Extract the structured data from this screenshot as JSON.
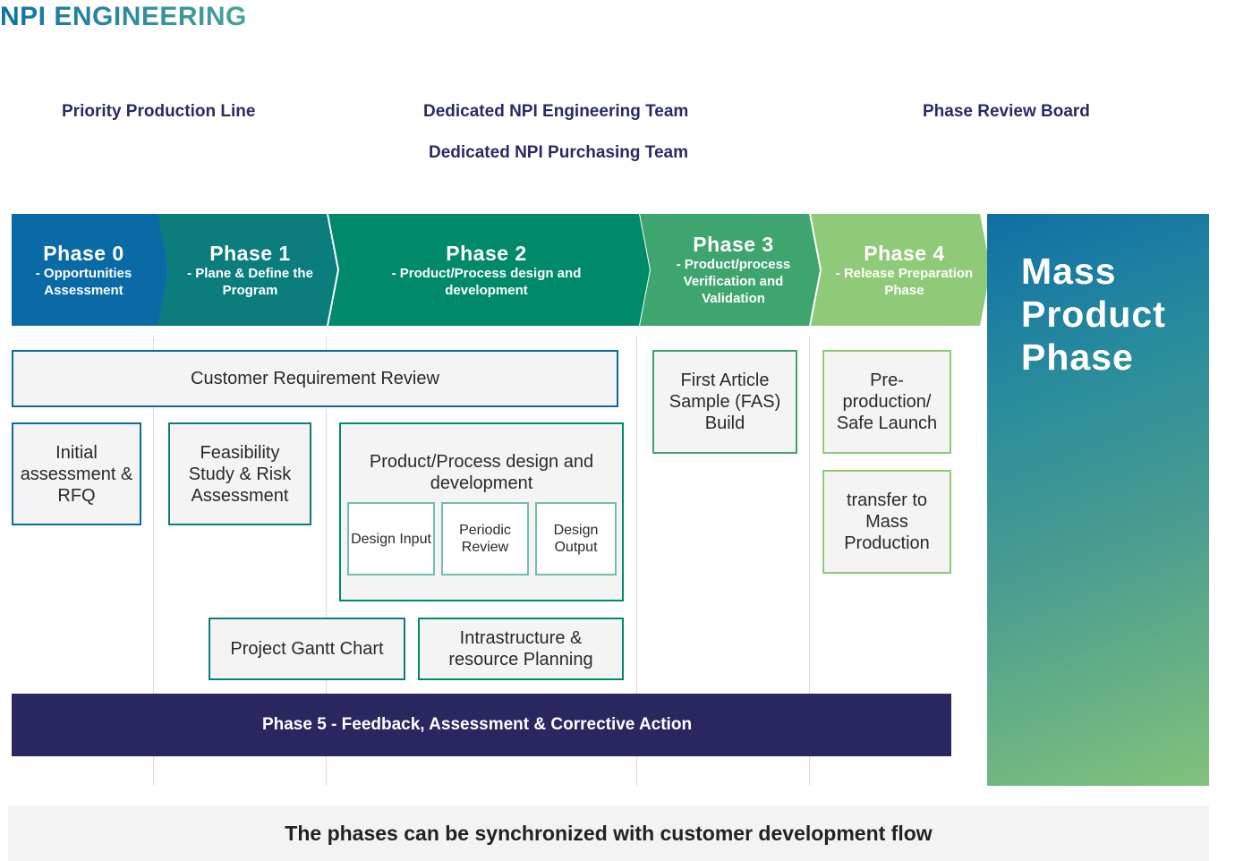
{
  "header": {
    "title": "NPI ENGINEERING"
  },
  "features": {
    "priority_line": "Priority Production Line",
    "engineering_team": "Dedicated NPI Engineering Team",
    "purchasing_team": "Dedicated NPI Purchasing Team",
    "review_board": "Phase Review Board"
  },
  "phases": [
    {
      "title": "Phase 0",
      "subtitle": "- Opportunities Assessment",
      "color": "#0a6aa6"
    },
    {
      "title": "Phase 1",
      "subtitle": "- Plane & Define the Program",
      "color": "#0b7d7d"
    },
    {
      "title": "Phase 2",
      "subtitle": "- Product/Process design and development",
      "color": "#008a6a"
    },
    {
      "title": "Phase 3",
      "subtitle": "- Product/process Verification and Validation",
      "color": "#3ea56e"
    },
    {
      "title": "Phase 4",
      "subtitle": "- Release Preparation Phase",
      "color": "#8fca78"
    }
  ],
  "mass_phase": {
    "label": "Mass Product Phase"
  },
  "activities": {
    "customer_requirement_review": "Customer Requirement Review",
    "initial_assessment": "Initial assessment & RFQ",
    "feasibility_study": "Feasibility Study & Risk Assessment",
    "product_process_design": "Product/Process design and development",
    "design_input": "Design Input",
    "periodic_review": "Periodic Review",
    "design_output": "Design Output",
    "project_gantt_chart": "Project Gantt Chart",
    "infrastructure_planning": "Intrastructure  & resource Planning",
    "first_article_sample": "First Article Sample (FAS) Build",
    "pre_production": "Pre-production/ Safe Launch",
    "transfer_mass_production": "transfer to Mass Production"
  },
  "phase5": {
    "label": "Phase 5 - Feedback, Assessment & Corrective Action",
    "color": "#2a2660"
  },
  "footer": {
    "note": "The phases can be synchronized with customer development flow"
  }
}
